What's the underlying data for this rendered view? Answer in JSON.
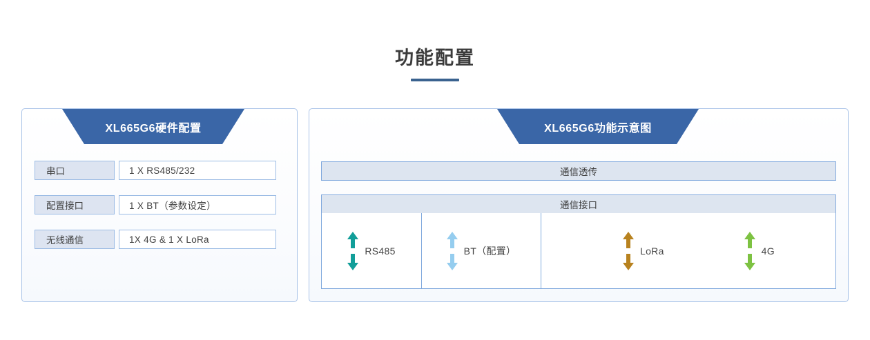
{
  "page": {
    "title": "功能配置",
    "accent_color": "#3a628f",
    "banner_color": "#3a66a7",
    "panel_border_color": "#a9c3e8"
  },
  "left_panel": {
    "banner_title": "XL665G6硬件配置",
    "rows": [
      {
        "label": "串口",
        "value": "1 X RS485/232"
      },
      {
        "label": "配置接口",
        "value": "1 X BT（参数设定）"
      },
      {
        "label": "无线通信",
        "value": "1X 4G & 1 X LoRa"
      }
    ]
  },
  "right_panel": {
    "banner_title": "XL665G6功能示意图",
    "bars": [
      {
        "label": "通信透传"
      },
      {
        "label": "通信接口"
      }
    ],
    "interfaces": [
      {
        "label": "RS485",
        "color": "#119e99",
        "icon": "double-arrow-icon"
      },
      {
        "label": "BT（配置）",
        "color": "#95cdef",
        "icon": "double-arrow-icon"
      },
      {
        "label": "LoRa",
        "color": "#b8821f",
        "icon": "double-arrow-icon"
      },
      {
        "label": "4G",
        "color": "#7dc košt"
      }
    ]
  }
}
